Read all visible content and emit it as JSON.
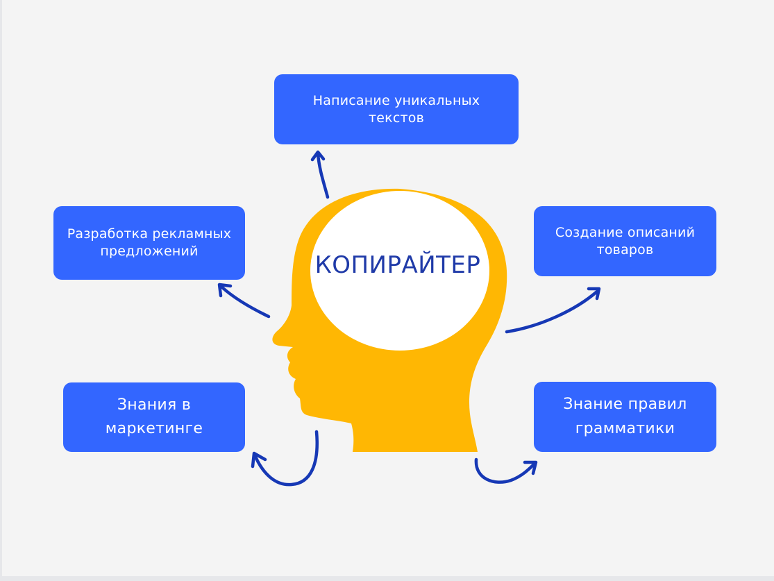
{
  "center": {
    "title": "КОПИРАЙТЕР"
  },
  "boxes": {
    "top": "Написание уникальных\nтекстов",
    "left": "Разработка рекламных\nпредложений",
    "right": "Создание описаний\nтоваров",
    "bottom_left": "Знания в\nмаркетинге",
    "bottom_right": "Знание правил\nграмматики"
  },
  "colors": {
    "background": "#f4f4f4",
    "box_fill": "#3366ff",
    "box_text": "#ffffff",
    "head_fill": "#ffb703",
    "brain_fill": "#ffffff",
    "arrow": "#1638b5",
    "title_text": "#1f3aa8"
  },
  "icons": {
    "head": "head-silhouette-icon",
    "arrows": "curved-arrow-icon"
  }
}
